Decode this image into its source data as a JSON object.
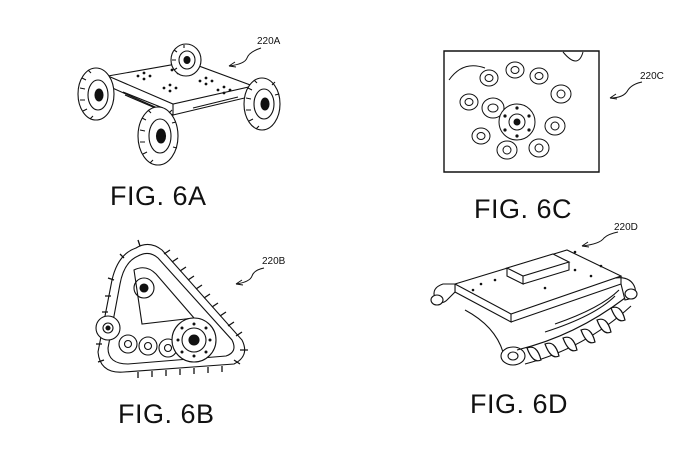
{
  "figures": [
    {
      "caption": "FIG. 6A",
      "reference": "220A",
      "subject": "wheeled robot platform with four off-road tires"
    },
    {
      "caption": "FIG. 6B",
      "reference": "220B",
      "subject": "triangular track drive module with road wheels"
    },
    {
      "caption": "FIG. 6C",
      "reference": "220C",
      "subject": "boxed close-up of omni wheel rollers"
    },
    {
      "caption": "FIG. 6D",
      "reference": "220D",
      "subject": "screw propelled vehicle with helical augers"
    }
  ],
  "style": {
    "ink": "#111111",
    "paper": "#ffffff"
  }
}
